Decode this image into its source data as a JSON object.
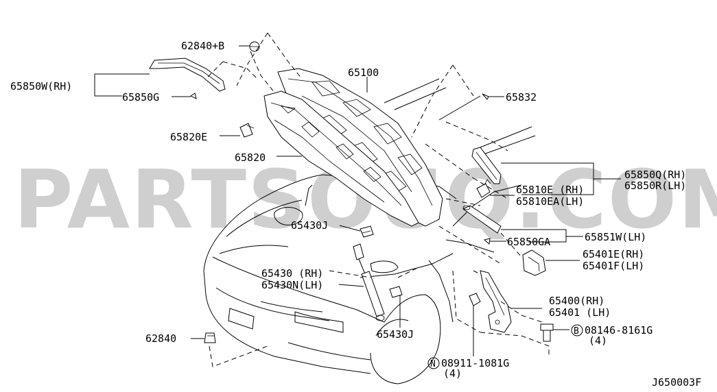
{
  "watermark": "PARTSOUQ.COM",
  "diagram_code": "J650003F",
  "callouts": {
    "p62840B": "62840+B",
    "p65850W": "65850W(RH)",
    "p65850G": "65850G",
    "p65820E": "65820E",
    "p65820": "65820",
    "p65100": "65100",
    "p65832": "65832",
    "p65850Q": "65850Q(RH)",
    "p65850R": "65850R(LH)",
    "p65810E": "65810E (RH)",
    "p65810EA": "65810EA(LH)",
    "p65430J_top": "65430J",
    "p65850GA": "65850GA",
    "p65851W": "65851W(LH)",
    "p65401E": "65401E(RH)",
    "p65401F": "65401F(LH)",
    "p65430": "65430 (RH)",
    "p65430N": "65430N(LH)",
    "p65400": "65400(RH)",
    "p65401": "65401 (LH)",
    "p62840": "62840",
    "p65430J_bottom": "65430J",
    "bolt_prefix": "B",
    "bolt_number": "08146-8161G",
    "bolt_qty": "(4)",
    "nut_prefix": "N",
    "nut_number": "08911-1081G",
    "nut_qty": "(4)"
  }
}
